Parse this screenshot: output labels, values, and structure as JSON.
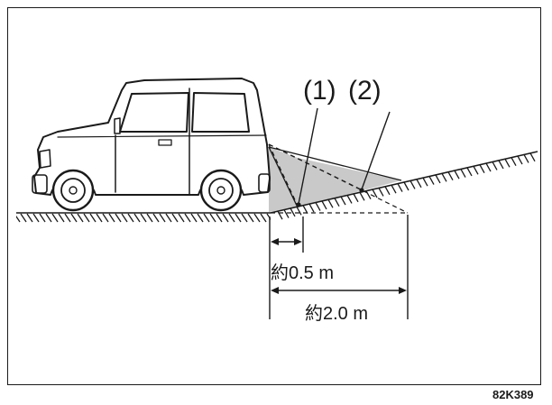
{
  "figure": {
    "code": "82K389",
    "labels": {
      "marker_1": "(1)",
      "marker_2": "(2)"
    },
    "dimensions": {
      "near": "約0.5 m",
      "far": "約2.0 m"
    }
  },
  "colors": {
    "line": "#1a1a1a",
    "zone_fill": "#c9c9c9",
    "background": "#ffffff"
  }
}
